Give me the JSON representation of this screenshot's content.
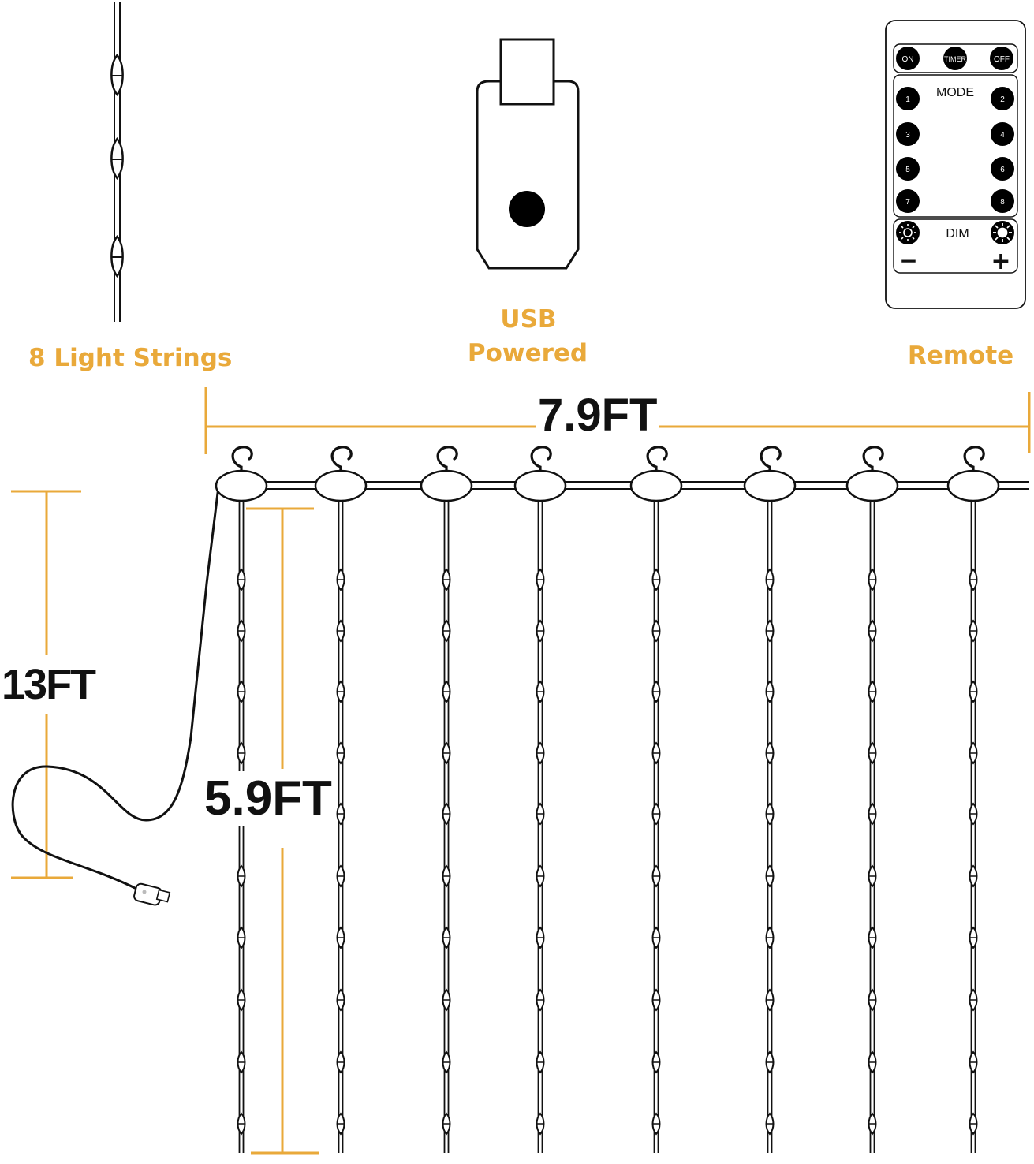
{
  "captions": {
    "strings": "8 Light Strings",
    "usb_line1": "USB",
    "usb_line2": "Powered",
    "remote": "Remote"
  },
  "dimensions": {
    "width": "7.9FT",
    "cable_length": "13FT",
    "string_length": "5.9FT"
  },
  "remote": {
    "top_buttons": [
      "ON",
      "TIMER",
      "OFF"
    ],
    "mode_label": "MODE",
    "mode_buttons": [
      "1",
      "2",
      "3",
      "4",
      "5",
      "6",
      "7",
      "8"
    ],
    "dim_label": "DIM",
    "dim_minus": "−",
    "dim_plus": "+",
    "dim_icons": [
      "sun-outline-icon",
      "sun-filled-icon"
    ]
  },
  "usb_plug_label": "USB",
  "colors": {
    "accent": "#e9a93a",
    "line": "#111111"
  },
  "string_count": 8
}
